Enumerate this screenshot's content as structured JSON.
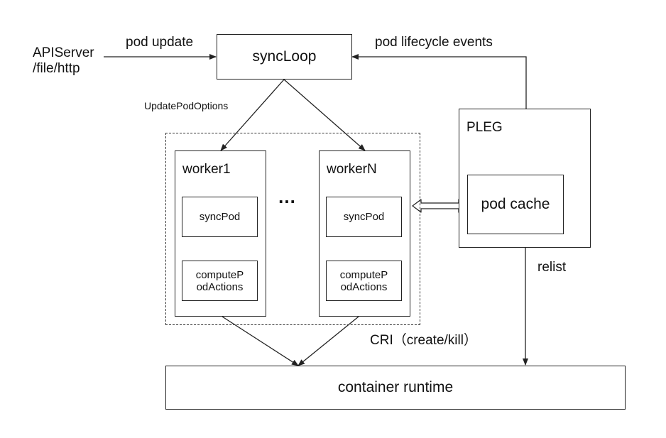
{
  "diagram": {
    "source": {
      "line1": "APIServer",
      "line2": "/file/http"
    },
    "edges": {
      "pod_update": "pod update",
      "pod_lifecycle_events": "pod lifecycle events",
      "update_pod_options": "UpdatePodOptions",
      "relist": "relist",
      "cri": "CRI（create/kill）"
    },
    "sync_loop": "syncLoop",
    "ellipsis": "…",
    "workers": [
      {
        "title": "worker1",
        "sync_pod": "syncPod",
        "compute_line1": "computeP",
        "compute_line2": "odActions"
      },
      {
        "title": "workerN",
        "sync_pod": "syncPod",
        "compute_line1": "computeP",
        "compute_line2": "odActions"
      }
    ],
    "pleg": {
      "title": "PLEG",
      "pod_cache": "pod cache"
    },
    "container_runtime": "container runtime"
  }
}
